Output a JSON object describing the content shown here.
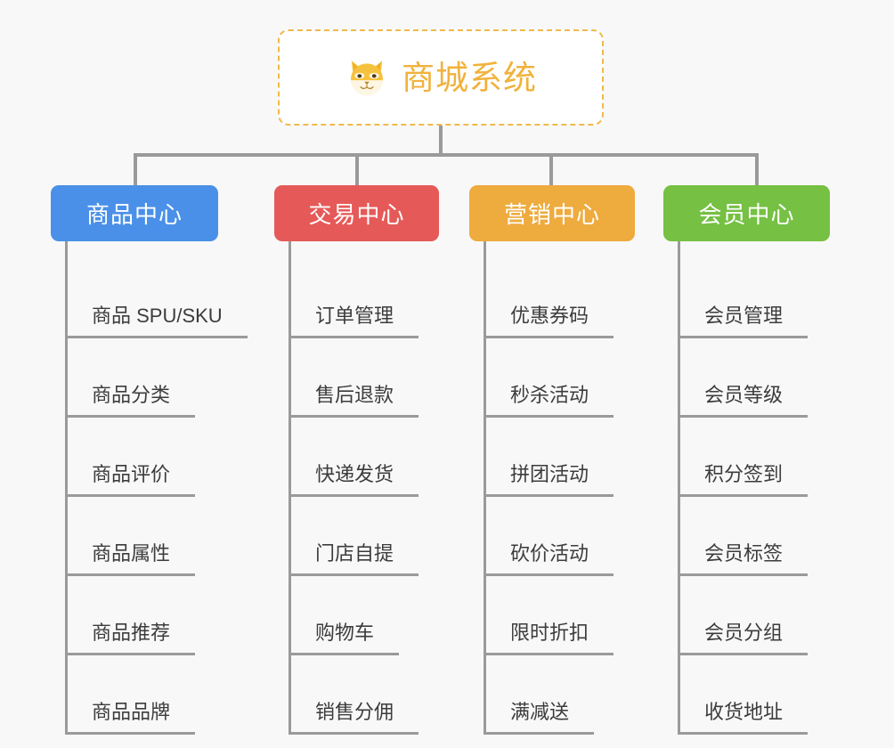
{
  "page": {
    "background_color": "#f8f8f8",
    "line_color": "#9a9a9a",
    "text_color": "#3c3c3c"
  },
  "root": {
    "title": "商城系统",
    "icon": "shiba-dog-face-icon",
    "border_color": "#f0b94a",
    "title_color": "#f0b23c",
    "background_color": "#ffffff"
  },
  "categories": [
    {
      "label": "商品中心",
      "color": "#4a90e8",
      "items": [
        {
          "label": "商品 SPU/SKU"
        },
        {
          "label": "商品分类"
        },
        {
          "label": "商品评价"
        },
        {
          "label": "商品属性"
        },
        {
          "label": "商品推荐"
        },
        {
          "label": "商品品牌"
        }
      ]
    },
    {
      "label": "交易中心",
      "color": "#e55a58",
      "items": [
        {
          "label": "订单管理"
        },
        {
          "label": "售后退款"
        },
        {
          "label": "快递发货"
        },
        {
          "label": "门店自提"
        },
        {
          "label": "购物车"
        },
        {
          "label": "销售分佣"
        }
      ]
    },
    {
      "label": "营销中心",
      "color": "#eeab3e",
      "items": [
        {
          "label": "优惠券码"
        },
        {
          "label": "秒杀活动"
        },
        {
          "label": "拼团活动"
        },
        {
          "label": "砍价活动"
        },
        {
          "label": "限时折扣"
        },
        {
          "label": "满减送"
        }
      ]
    },
    {
      "label": "会员中心",
      "color": "#76c043",
      "items": [
        {
          "label": "会员管理"
        },
        {
          "label": "会员等级"
        },
        {
          "label": "积分签到"
        },
        {
          "label": "会员标签"
        },
        {
          "label": "会员分组"
        },
        {
          "label": "收货地址"
        }
      ]
    }
  ]
}
